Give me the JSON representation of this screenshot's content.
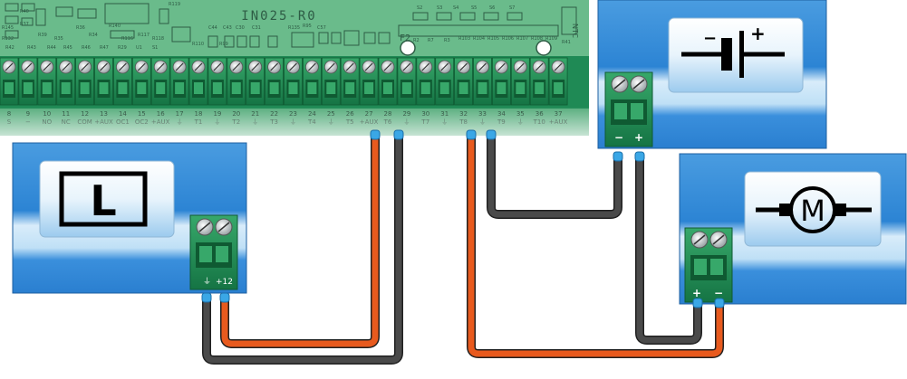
{
  "board": {
    "model": "IN025-R0",
    "ntc_label": "NTC",
    "fuse_label": "F2",
    "silkscreen_labels": [
      "R145",
      "R132",
      "R40",
      "R37",
      "R39",
      "R35",
      "R36",
      "R34",
      "R140",
      "R116",
      "R117",
      "R118",
      "R119",
      "C44",
      "C43",
      "C30",
      "C31",
      "R110",
      "R99",
      "R135",
      "R95",
      "C57",
      "R2",
      "R7",
      "R3",
      "R103",
      "R104",
      "R105",
      "R106",
      "R107",
      "R108",
      "R109",
      "R41",
      "R42",
      "R43",
      "R44",
      "R45",
      "R46",
      "R47",
      "R29",
      "U1",
      "S1",
      "S2",
      "S3",
      "S4",
      "S5",
      "S6",
      "S7"
    ],
    "terminals": [
      {
        "num": "8",
        "label": "S"
      },
      {
        "num": "9",
        "label": "−"
      },
      {
        "num": "10",
        "label": "NO"
      },
      {
        "num": "11",
        "label": "NC"
      },
      {
        "num": "12",
        "label": "COM"
      },
      {
        "num": "13",
        "label": "+AUX"
      },
      {
        "num": "14",
        "label": "OC1"
      },
      {
        "num": "15",
        "label": "OC2"
      },
      {
        "num": "16",
        "label": "+AUX"
      },
      {
        "num": "17",
        "label": "⏚"
      },
      {
        "num": "18",
        "label": "T1"
      },
      {
        "num": "19",
        "label": "⏚"
      },
      {
        "num": "20",
        "label": "T2"
      },
      {
        "num": "21",
        "label": "⏚"
      },
      {
        "num": "22",
        "label": "T3"
      },
      {
        "num": "23",
        "label": "⏚"
      },
      {
        "num": "24",
        "label": "T4"
      },
      {
        "num": "25",
        "label": "⏚"
      },
      {
        "num": "26",
        "label": "T5"
      },
      {
        "num": "27",
        "label": "+AUX"
      },
      {
        "num": "28",
        "label": "T6"
      },
      {
        "num": "29",
        "label": "⏚"
      },
      {
        "num": "30",
        "label": "T7"
      },
      {
        "num": "31",
        "label": "⏚"
      },
      {
        "num": "32",
        "label": "T8"
      },
      {
        "num": "33",
        "label": "⏚"
      },
      {
        "num": "34",
        "label": "T9"
      },
      {
        "num": "35",
        "label": "⏚"
      },
      {
        "num": "36",
        "label": "T10"
      },
      {
        "num": "37",
        "label": "+AUX"
      }
    ]
  },
  "devices": [
    {
      "id": "lamp",
      "symbol": "L",
      "terminal_labels": [
        "⏚",
        "+12"
      ]
    },
    {
      "id": "battery",
      "symbol_minus": "−",
      "symbol_plus": "+",
      "terminal_labels": [
        "−",
        "+"
      ]
    },
    {
      "id": "motor",
      "symbol": "M",
      "terminal_labels": [
        "+",
        "−"
      ]
    }
  ],
  "wiring": [
    {
      "from": "lamp +12",
      "to": "board 27 +AUX",
      "color": "#e85a1e"
    },
    {
      "from": "lamp ⏚",
      "to": "board 28 T6",
      "color": "#4a4a4a"
    },
    {
      "from": "board 32 T8",
      "to": "motor −",
      "color": "#e85a1e"
    },
    {
      "from": "board 33 ⏚",
      "to": "battery −",
      "color": "#4a4a4a"
    },
    {
      "from": "battery +",
      "to": "motor +",
      "color": "#4a4a4a"
    }
  ],
  "colors": {
    "pcb": "#57ad7d",
    "terminal_green": "#1f8a55",
    "panel_blue": "#2c84d4",
    "wire_orange": "#e85a1e",
    "wire_gray": "#4a4a4a"
  }
}
